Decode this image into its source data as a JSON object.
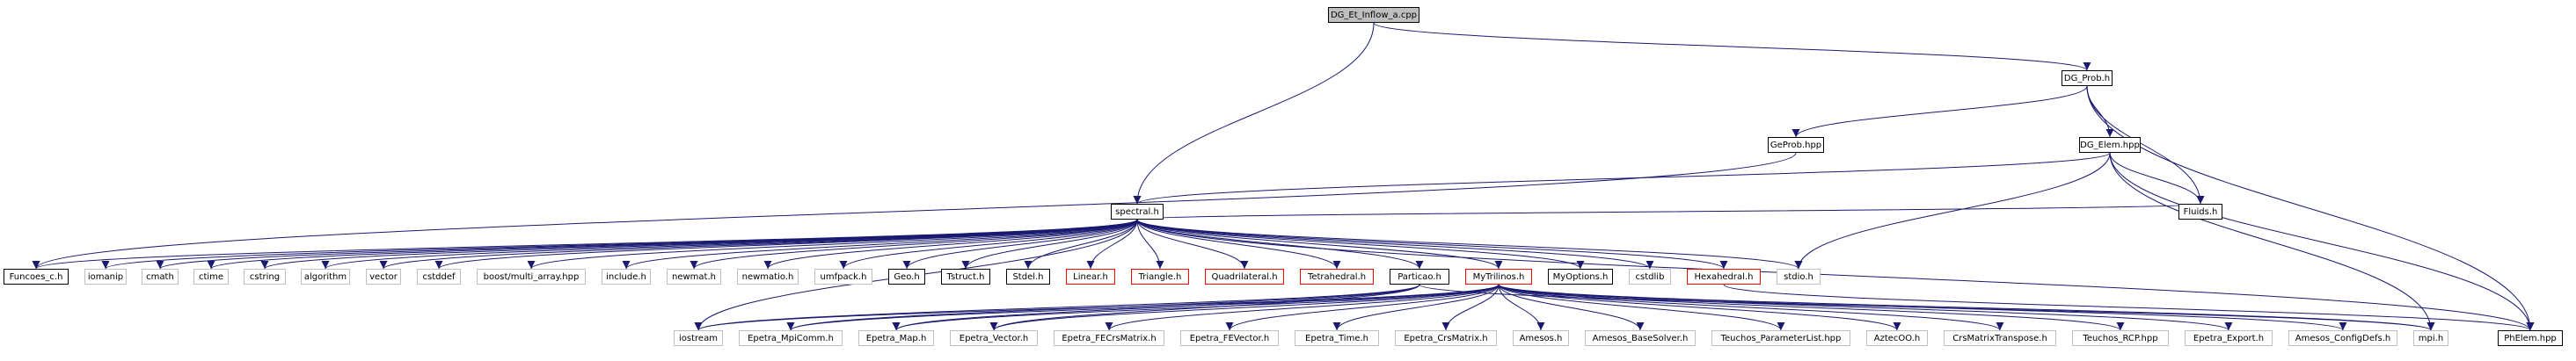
{
  "graph": {
    "edge_color": "#191970",
    "nodes": [
      {
        "id": "dg_et_inflow",
        "label": "DG_Et_Inflow_a.cpp",
        "style": "root"
      },
      {
        "id": "dg_prob_h",
        "label": "DG_Prob.h",
        "style": "normal"
      },
      {
        "id": "geprob_hpp",
        "label": "GeProb.hpp",
        "style": "normal"
      },
      {
        "id": "dg_elem_hpp",
        "label": "DG_Elem.hpp",
        "style": "normal"
      },
      {
        "id": "spectral_h",
        "label": "spectral.h",
        "style": "normal"
      },
      {
        "id": "fluids_h",
        "label": "Fluids.h",
        "style": "normal"
      },
      {
        "id": "funcoes_c_h",
        "label": "Funcoes_c.h",
        "style": "normal"
      },
      {
        "id": "iomanip",
        "label": "iomanip",
        "style": "ext"
      },
      {
        "id": "cmath",
        "label": "cmath",
        "style": "ext"
      },
      {
        "id": "ctime",
        "label": "ctime",
        "style": "ext"
      },
      {
        "id": "cstring",
        "label": "cstring",
        "style": "ext"
      },
      {
        "id": "algorithm",
        "label": "algorithm",
        "style": "ext"
      },
      {
        "id": "vector",
        "label": "vector",
        "style": "ext"
      },
      {
        "id": "cstddef",
        "label": "cstddef",
        "style": "ext"
      },
      {
        "id": "boost_multi_array",
        "label": "boost/multi_array.hpp",
        "style": "ext"
      },
      {
        "id": "include_h",
        "label": "include.h",
        "style": "ext"
      },
      {
        "id": "newmat_h",
        "label": "newmat.h",
        "style": "ext"
      },
      {
        "id": "newmatio_h",
        "label": "newmatio.h",
        "style": "ext"
      },
      {
        "id": "umfpack_h",
        "label": "umfpack.h",
        "style": "ext"
      },
      {
        "id": "geo_h",
        "label": "Geo.h",
        "style": "normal"
      },
      {
        "id": "tstruct_h",
        "label": "Tstruct.h",
        "style": "normal"
      },
      {
        "id": "stdel_h",
        "label": "Stdel.h",
        "style": "normal"
      },
      {
        "id": "linear_h",
        "label": "Linear.h",
        "style": "red"
      },
      {
        "id": "triangle_h",
        "label": "Triangle.h",
        "style": "red"
      },
      {
        "id": "quadrilateral_h",
        "label": "Quadrilateral.h",
        "style": "red"
      },
      {
        "id": "tetrahedral_h",
        "label": "Tetrahedral.h",
        "style": "red"
      },
      {
        "id": "particao_h",
        "label": "Particao.h",
        "style": "normal"
      },
      {
        "id": "mytrilinos_h",
        "label": "MyTrilinos.h",
        "style": "red"
      },
      {
        "id": "myoptions_h",
        "label": "MyOptions.h",
        "style": "normal"
      },
      {
        "id": "cstdlib",
        "label": "cstdlib",
        "style": "ext"
      },
      {
        "id": "hexahedral_h",
        "label": "Hexahedral.h",
        "style": "red"
      },
      {
        "id": "stdio_h",
        "label": "stdio.h",
        "style": "ext"
      },
      {
        "id": "iostream",
        "label": "iostream",
        "style": "ext"
      },
      {
        "id": "epetra_mpicomm",
        "label": "Epetra_MpiComm.h",
        "style": "ext"
      },
      {
        "id": "epetra_map",
        "label": "Epetra_Map.h",
        "style": "ext"
      },
      {
        "id": "epetra_vector",
        "label": "Epetra_Vector.h",
        "style": "ext"
      },
      {
        "id": "epetra_fecrsmatrix",
        "label": "Epetra_FECrsMatrix.h",
        "style": "ext"
      },
      {
        "id": "epetra_fevector",
        "label": "Epetra_FEVector.h",
        "style": "ext"
      },
      {
        "id": "epetra_time",
        "label": "Epetra_Time.h",
        "style": "ext"
      },
      {
        "id": "epetra_crsmatrix",
        "label": "Epetra_CrsMatrix.h",
        "style": "ext"
      },
      {
        "id": "amesos_h",
        "label": "Amesos.h",
        "style": "ext"
      },
      {
        "id": "amesos_basesolver",
        "label": "Amesos_BaseSolver.h",
        "style": "ext"
      },
      {
        "id": "teuchos_parameterlist",
        "label": "Teuchos_ParameterList.hpp",
        "style": "ext"
      },
      {
        "id": "aztecoo_h",
        "label": "AztecOO.h",
        "style": "ext"
      },
      {
        "id": "crsmatrixtranspose",
        "label": "CrsMatrixTranspose.h",
        "style": "ext"
      },
      {
        "id": "teuchos_rcp",
        "label": "Teuchos_RCP.hpp",
        "style": "ext"
      },
      {
        "id": "epetra_export",
        "label": "Epetra_Export.h",
        "style": "ext"
      },
      {
        "id": "amesos_configdefs",
        "label": "Amesos_ConfigDefs.h",
        "style": "ext"
      },
      {
        "id": "mpi_h",
        "label": "mpi.h",
        "style": "ext"
      },
      {
        "id": "phelem_hpp",
        "label": "PhElem.hpp",
        "style": "normal"
      }
    ],
    "edges": [
      [
        "dg_et_inflow",
        "spectral_h"
      ],
      [
        "dg_et_inflow",
        "dg_prob_h"
      ],
      [
        "dg_prob_h",
        "geprob_hpp"
      ],
      [
        "dg_prob_h",
        "dg_elem_hpp"
      ],
      [
        "dg_prob_h",
        "fluids_h"
      ],
      [
        "dg_prob_h",
        "phelem_hpp"
      ],
      [
        "geprob_hpp",
        "funcoes_c_h"
      ],
      [
        "dg_elem_hpp",
        "spectral_h"
      ],
      [
        "dg_elem_hpp",
        "fluids_h"
      ],
      [
        "dg_elem_hpp",
        "stdio_h"
      ],
      [
        "dg_elem_hpp",
        "phelem_hpp"
      ],
      [
        "dg_elem_hpp",
        "mpi_h"
      ],
      [
        "spectral_h",
        "funcoes_c_h"
      ],
      [
        "spectral_h",
        "iomanip"
      ],
      [
        "spectral_h",
        "cmath"
      ],
      [
        "spectral_h",
        "ctime"
      ],
      [
        "spectral_h",
        "cstring"
      ],
      [
        "spectral_h",
        "algorithm"
      ],
      [
        "spectral_h",
        "vector"
      ],
      [
        "spectral_h",
        "cstddef"
      ],
      [
        "spectral_h",
        "boost_multi_array"
      ],
      [
        "spectral_h",
        "include_h"
      ],
      [
        "spectral_h",
        "newmat_h"
      ],
      [
        "spectral_h",
        "newmatio_h"
      ],
      [
        "spectral_h",
        "umfpack_h"
      ],
      [
        "spectral_h",
        "geo_h"
      ],
      [
        "spectral_h",
        "tstruct_h"
      ],
      [
        "spectral_h",
        "stdel_h"
      ],
      [
        "spectral_h",
        "linear_h"
      ],
      [
        "spectral_h",
        "triangle_h"
      ],
      [
        "spectral_h",
        "quadrilateral_h"
      ],
      [
        "spectral_h",
        "tetrahedral_h"
      ],
      [
        "spectral_h",
        "particao_h"
      ],
      [
        "spectral_h",
        "mytrilinos_h"
      ],
      [
        "spectral_h",
        "myoptions_h"
      ],
      [
        "spectral_h",
        "cstdlib"
      ],
      [
        "spectral_h",
        "hexahedral_h"
      ],
      [
        "spectral_h",
        "stdio_h"
      ],
      [
        "spectral_h",
        "iostream"
      ],
      [
        "spectral_h",
        "phelem_hpp"
      ],
      [
        "spectral_h",
        "fluids_h"
      ],
      [
        "particao_h",
        "iostream"
      ],
      [
        "particao_h",
        "epetra_mpicomm"
      ],
      [
        "particao_h",
        "epetra_map"
      ],
      [
        "particao_h",
        "epetra_vector"
      ],
      [
        "particao_h",
        "mpi_h"
      ],
      [
        "mytrilinos_h",
        "iostream"
      ],
      [
        "mytrilinos_h",
        "epetra_mpicomm"
      ],
      [
        "mytrilinos_h",
        "epetra_map"
      ],
      [
        "mytrilinos_h",
        "epetra_vector"
      ],
      [
        "mytrilinos_h",
        "epetra_fecrsmatrix"
      ],
      [
        "mytrilinos_h",
        "epetra_fevector"
      ],
      [
        "mytrilinos_h",
        "epetra_time"
      ],
      [
        "mytrilinos_h",
        "epetra_crsmatrix"
      ],
      [
        "mytrilinos_h",
        "amesos_h"
      ],
      [
        "mytrilinos_h",
        "amesos_basesolver"
      ],
      [
        "mytrilinos_h",
        "teuchos_parameterlist"
      ],
      [
        "mytrilinos_h",
        "aztecoo_h"
      ],
      [
        "mytrilinos_h",
        "crsmatrixtranspose"
      ],
      [
        "mytrilinos_h",
        "teuchos_rcp"
      ],
      [
        "mytrilinos_h",
        "epetra_export"
      ],
      [
        "mytrilinos_h",
        "amesos_configdefs"
      ],
      [
        "mytrilinos_h",
        "mpi_h"
      ],
      [
        "hexahedral_h",
        "phelem_hpp"
      ]
    ]
  }
}
